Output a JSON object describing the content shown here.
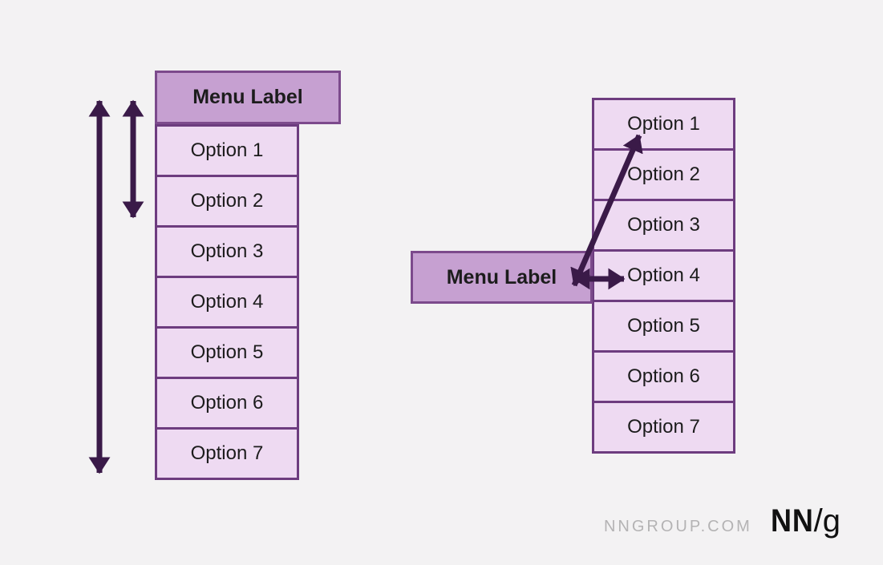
{
  "colors": {
    "bg": "#f3f2f3",
    "menu_fill": "#c6a0d1",
    "menu_border": "#7c4a8c",
    "option_fill": "#eedaf2",
    "option_border": "#6d3c7f",
    "arrow": "#3a1a48",
    "text": "#1c1c1c",
    "logo_gray": "#b4b3b4",
    "logo_black": "#111111"
  },
  "left_menu": {
    "label": "Menu Label",
    "options": [
      "Option 1",
      "Option 2",
      "Option 3",
      "Option 4",
      "Option 5",
      "Option 6",
      "Option 7"
    ]
  },
  "right_menu": {
    "label": "Menu Label",
    "options": [
      "Option 1",
      "Option 2",
      "Option 3",
      "Option 4",
      "Option 5",
      "Option 6",
      "Option 7"
    ]
  },
  "footer": {
    "site": "NNGROUP.COM",
    "logo_nn": "NN",
    "logo_slash": "/",
    "logo_g": "g"
  }
}
